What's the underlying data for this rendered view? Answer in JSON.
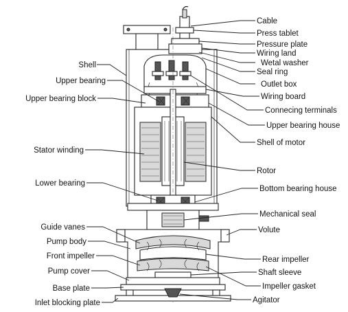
{
  "diagram": {
    "labels_left": [
      {
        "id": "shell",
        "text": "Shell"
      },
      {
        "id": "upper-bearing",
        "text": "Upper bearing"
      },
      {
        "id": "upper-bearing-block",
        "text": "Upper bearing block"
      },
      {
        "id": "stator-winding",
        "text": "Stator winding"
      },
      {
        "id": "lower-bearing",
        "text": "Lower bearing"
      },
      {
        "id": "guide-vanes",
        "text": "Guide vanes"
      },
      {
        "id": "pump-body",
        "text": "Pump body"
      },
      {
        "id": "front-impeller",
        "text": "Front impeller"
      },
      {
        "id": "pump-cover",
        "text": "Pump cover"
      },
      {
        "id": "base-plate",
        "text": "Base plate"
      },
      {
        "id": "inlet-blocking-plate",
        "text": "Inlet blocking plate"
      }
    ],
    "labels_right": [
      {
        "id": "cable",
        "text": "Cable"
      },
      {
        "id": "press-tablet",
        "text": "Press tablet"
      },
      {
        "id": "pressure-plate",
        "text": "Pressure plate"
      },
      {
        "id": "wiring-land",
        "text": "Wiring land"
      },
      {
        "id": "wetal-washer",
        "text": "Wetal washer"
      },
      {
        "id": "seal-ring",
        "text": "Seal ring"
      },
      {
        "id": "outlet-box",
        "text": "Outlet box"
      },
      {
        "id": "wiring-board",
        "text": "Wiring board"
      },
      {
        "id": "connecing-terminals",
        "text": "Connecing terminals"
      },
      {
        "id": "upper-bearing-house",
        "text": "Upper bearing house"
      },
      {
        "id": "shell-of-motor",
        "text": "Shell of motor"
      },
      {
        "id": "rotor",
        "text": "Rotor"
      },
      {
        "id": "bottom-bearing-house",
        "text": "Bottom bearing house"
      },
      {
        "id": "mechanical-seal",
        "text": "Mechanical seal"
      },
      {
        "id": "volute",
        "text": "Volute"
      },
      {
        "id": "rear-impeller",
        "text": "Rear impeller"
      },
      {
        "id": "shaft-sleeve",
        "text": "Shaft sleeve"
      },
      {
        "id": "impeller-gasket",
        "text": "Impeller gasket"
      },
      {
        "id": "agitator",
        "text": "Agitator"
      }
    ]
  }
}
